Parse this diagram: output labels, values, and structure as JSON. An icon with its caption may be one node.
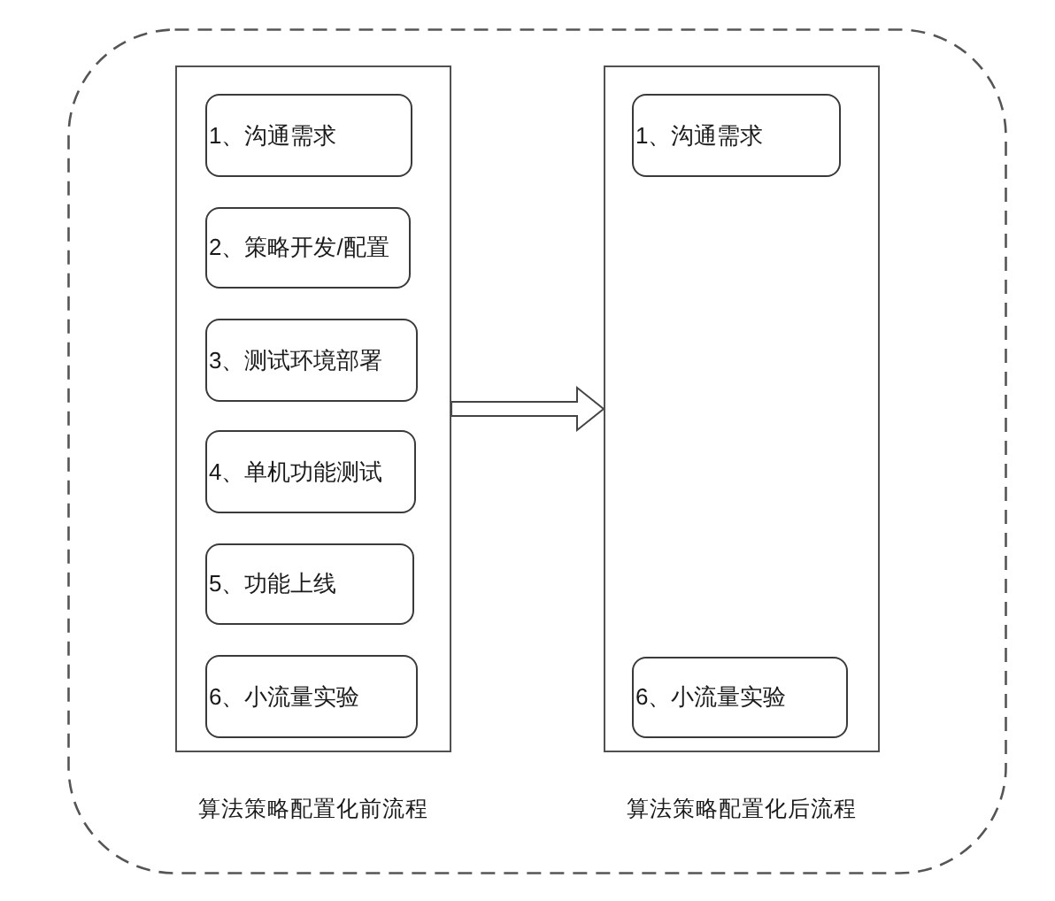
{
  "diagram": {
    "nodes": [
      {
        "text": [],
        "shape": "box"
      },
      {
        "text": [
          "算法策略配置化前流程"
        ],
        "in": 0
      },
      {
        "text": [
          "1、沟通需求"
        ],
        "in": 1
      },
      {
        "text": [
          "2、策略开发/配置"
        ],
        "in": 1
      },
      {
        "text": [
          "3、测试环境部署"
        ],
        "in": 1
      },
      {
        "text": [
          "4、单机功能测试"
        ],
        "in": 1
      },
      {
        "text": [
          "5、功能上线"
        ],
        "in": 1
      },
      {
        "text": [
          "6、小流量实验"
        ],
        "in": 1
      },
      {
        "text": [
          "算法策略配置化后流程"
        ],
        "in": 0
      },
      {
        "text": [
          "1、沟通需求"
        ],
        "in": 8
      },
      {
        "text": [
          "6、小流量实验"
        ],
        "in": 8
      }
    ],
    "edges": [
      {
        "from": 1,
        "to": 8,
        "arrow": "to"
      }
    ]
  }
}
